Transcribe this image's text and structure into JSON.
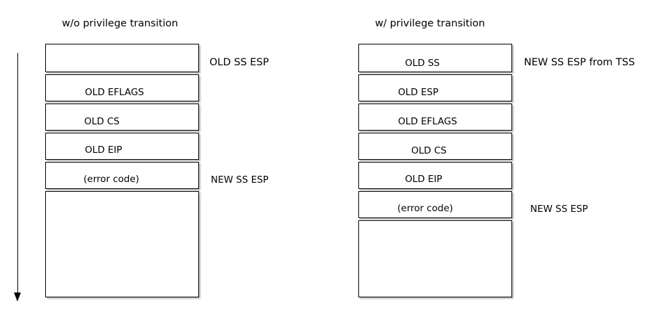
{
  "left": {
    "title": "w/o privilege transition",
    "cells": [
      "",
      "OLD EFLAGS",
      "OLD CS",
      "OLD EIP",
      "(error code)",
      ""
    ],
    "notes": {
      "old_ss_esp": "OLD SS ESP",
      "new_ss_esp": "NEW SS ESP"
    }
  },
  "right": {
    "title": "w/ privilege transition",
    "cells": [
      "OLD SS",
      "OLD ESP",
      "OLD EFLAGS",
      "OLD CS",
      "OLD EIP",
      "(error code)",
      ""
    ],
    "notes": {
      "new_ss_esp_tss": "NEW SS ESP from TSS",
      "new_ss_esp": "NEW SS ESP"
    }
  },
  "arrow": {
    "direction": "down"
  }
}
